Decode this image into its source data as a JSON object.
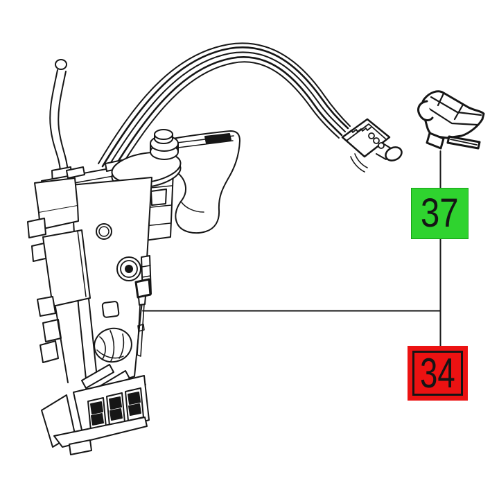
{
  "diagram": {
    "kind": "exploded-parts-diagram",
    "background": "#ffffff",
    "line_color": "#161616",
    "main_figure": "trigger-switch-assembly-with-wiring-harness",
    "detail_figure": "actuator-cap-part"
  },
  "callouts": [
    {
      "part_number": "37",
      "box_color": "#2fd32f",
      "border_color": "#14a214",
      "text_color": "#151515"
    },
    {
      "part_number": "34",
      "box_color": "#ec1212",
      "inner_border_color": "#151515",
      "text_color": "#151515"
    }
  ]
}
